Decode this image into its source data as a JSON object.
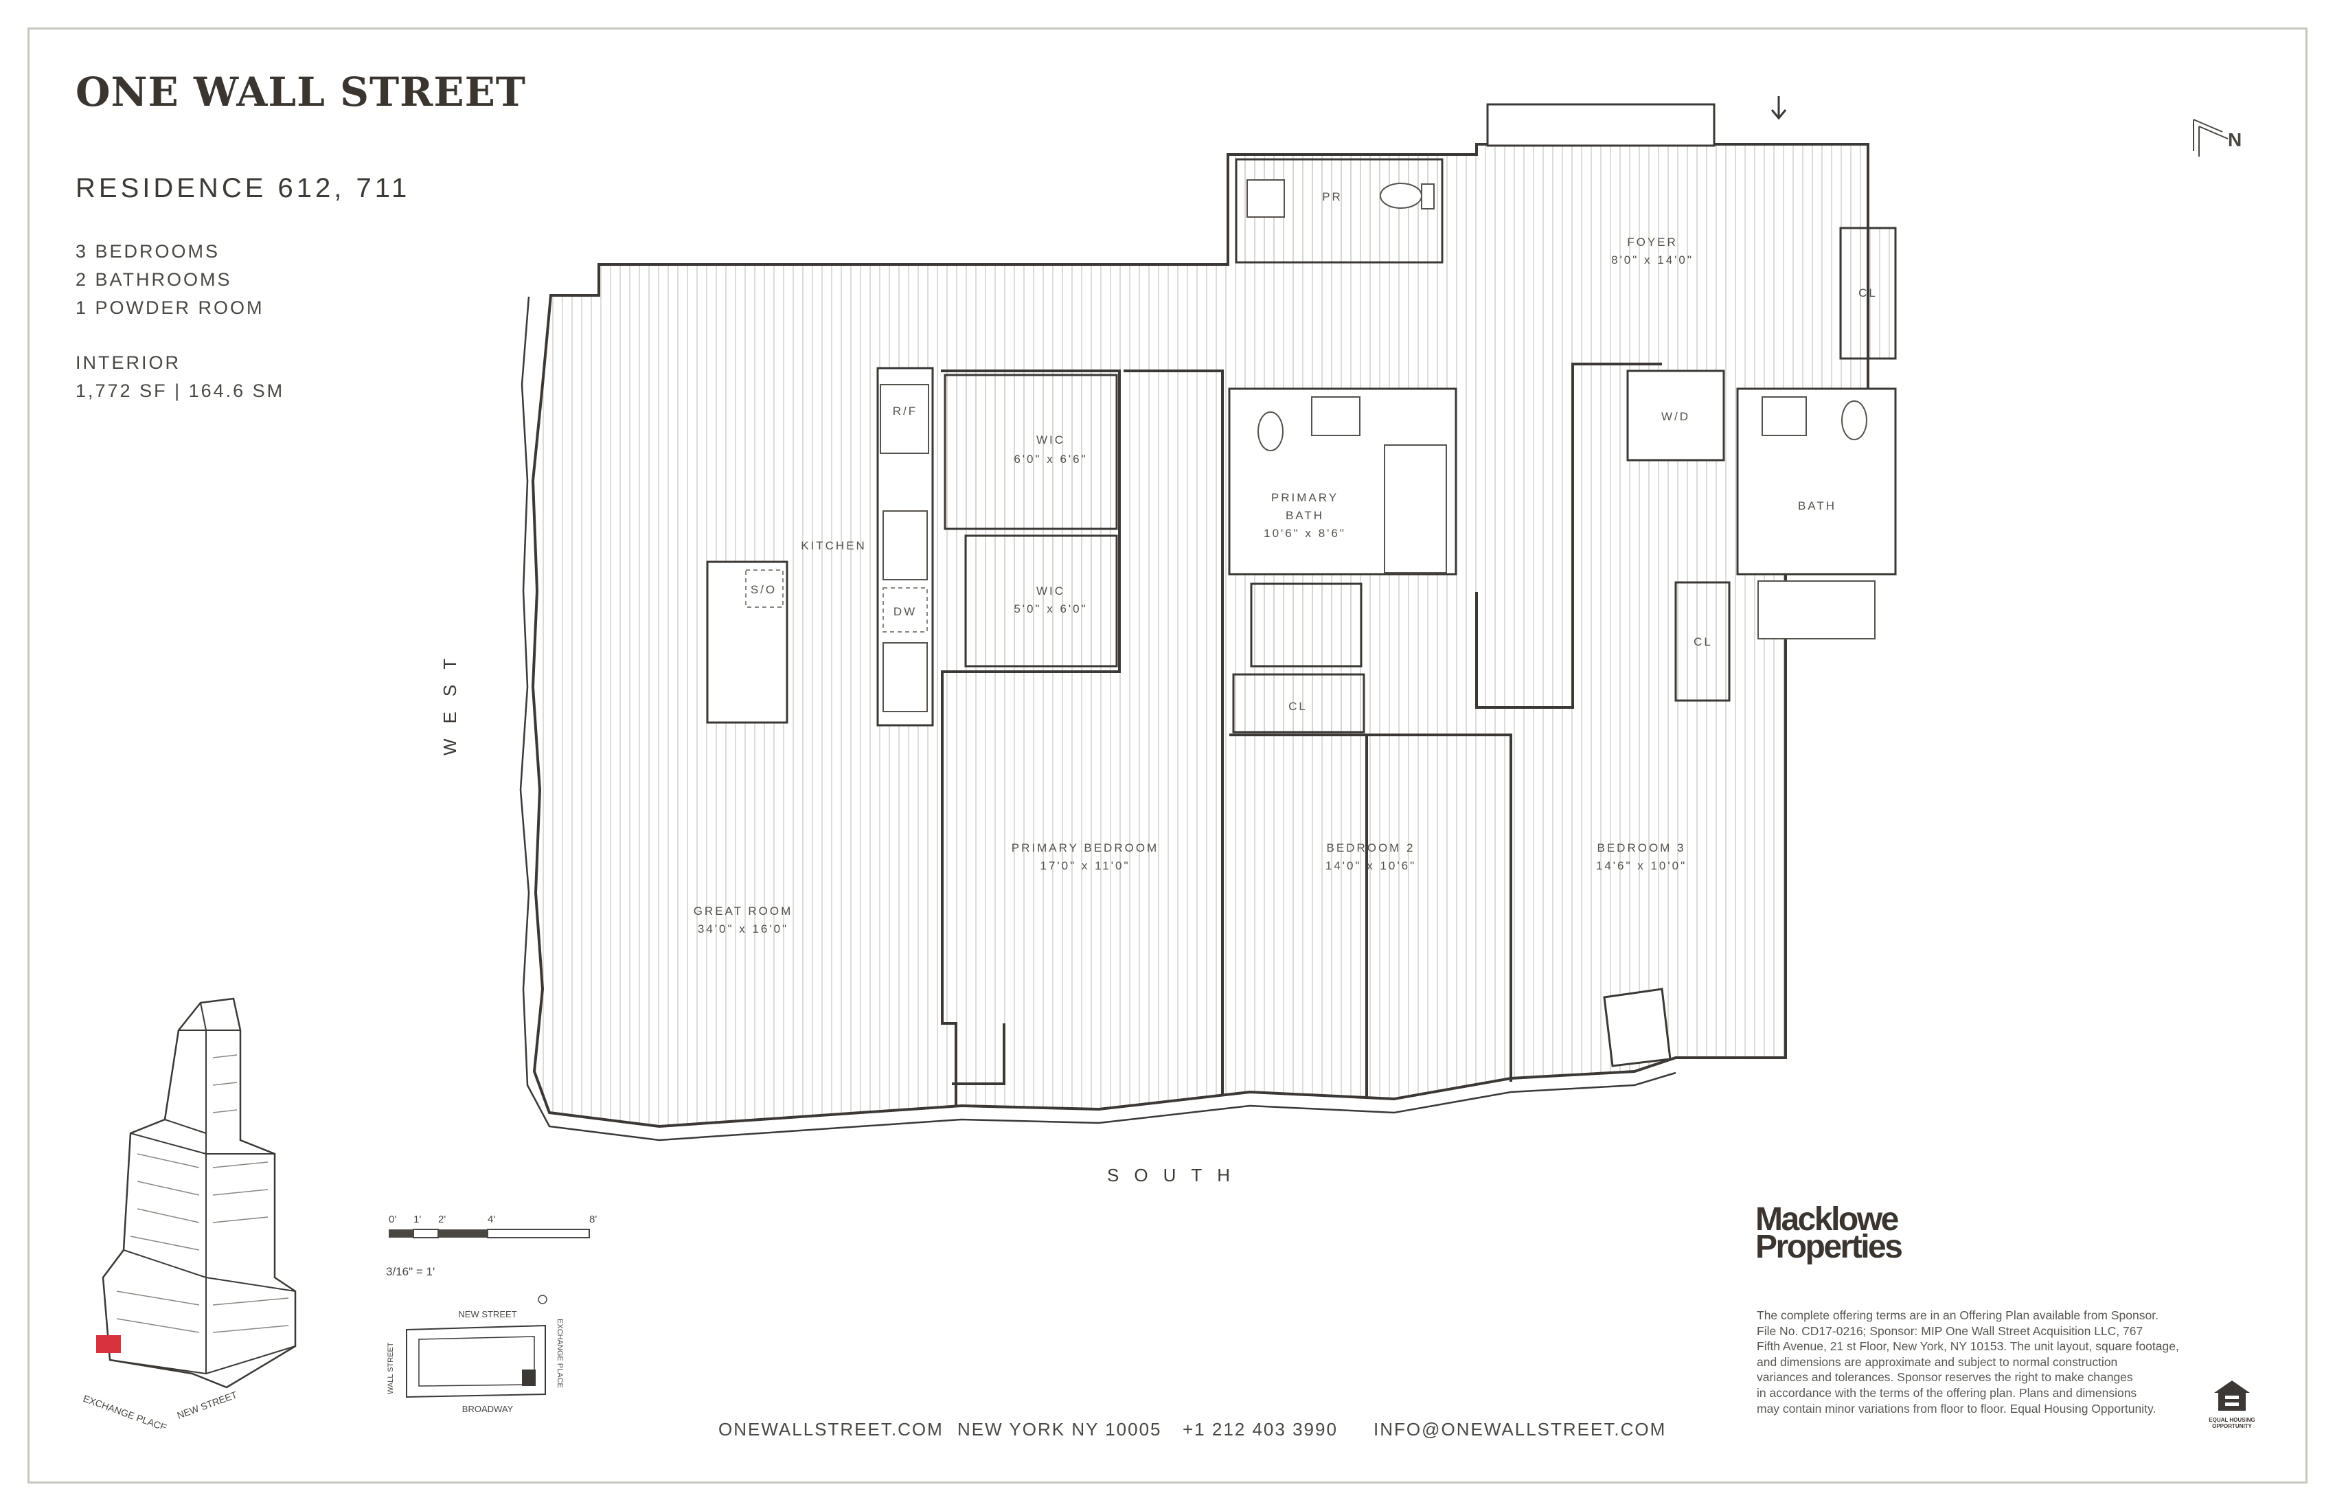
{
  "brand": "ONE WALL STREET",
  "residence": "RESIDENCE 612, 711",
  "specs": [
    "3 BEDROOMS",
    "2 BATHROOMS",
    "1 POWDER ROOM"
  ],
  "interior": {
    "label": "INTERIOR",
    "area": "1,772 SF | 164.6 SM"
  },
  "compass": {
    "north": "N"
  },
  "directions": {
    "west": "WEST",
    "south": "SOUTH"
  },
  "rooms": {
    "powder": {
      "name": "PR"
    },
    "foyer": {
      "name": "FOYER",
      "dim": "8'0\" x 14'0\""
    },
    "closet_foyer": {
      "name": "CL"
    },
    "refrigerator": {
      "name": "R/F"
    },
    "wic1": {
      "name": "WIC",
      "dim": "6'0\" x 6'6\""
    },
    "wic2": {
      "name": "WIC",
      "dim": "5'0\" x 6'0\""
    },
    "kitchen": {
      "name": "KITCHEN"
    },
    "oven": {
      "name": "S/O"
    },
    "dishwasher": {
      "name": "DW"
    },
    "primary_bath": {
      "name1": "PRIMARY",
      "name2": "BATH",
      "dim": "10'6\" x 8'6\""
    },
    "washer_dryer": {
      "name": "W/D"
    },
    "bath": {
      "name": "BATH"
    },
    "closet_bath": {
      "name": "CL"
    },
    "closet_bed2": {
      "name": "CL"
    },
    "primary_bedroom": {
      "name": "PRIMARY BEDROOM",
      "dim": "17'0\" x 11'0\""
    },
    "bedroom2": {
      "name": "BEDROOM 2",
      "dim": "14'0\" x 10'6\""
    },
    "bedroom3": {
      "name": "BEDROOM 3",
      "dim": "14'6\" x 10'0\""
    },
    "great_room": {
      "name": "GREAT ROOM",
      "dim": "34'0\" x 16'0\""
    }
  },
  "scale": {
    "ticks": [
      "0'",
      "1'",
      "2'",
      "4'",
      "8'"
    ],
    "note": "3/16\" = 1'"
  },
  "keyplan": {
    "north_street": "NEW STREET",
    "south_street": "BROADWAY",
    "west_street": "WALL STREET",
    "east_street": "EXCHANGE PLACE"
  },
  "building": {
    "street_left": "EXCHANGE PLACE",
    "street_right": "NEW STREET"
  },
  "footer": {
    "website": "ONEWALLSTREET.COM",
    "address": "NEW YORK NY 10005",
    "phone": "+1 212 403 3990",
    "email": "INFO@ONEWALLSTREET.COM"
  },
  "developer": {
    "line1": "Macklowe",
    "line2": "Properties"
  },
  "legal": [
    "The complete offering terms are in an Offering Plan available from Sponsor.",
    "File No. CD17-0216; Sponsor: MIP One Wall Street Acquisition LLC, 767",
    "Fifth Avenue, 21 st Floor, New York, NY 10153. The unit layout, square footage,",
    "and dimensions are approximate and subject to normal construction",
    "variances and tolerances. Sponsor reserves the right to make changes",
    "in accordance with the terms of the offering plan. Plans and dimensions",
    "may contain minor variations from floor to floor. Equal Housing Opportunity."
  ],
  "eho": {
    "line1": "EQUAL HOUSING",
    "line2": "OPPORTUNITY"
  },
  "colors": {
    "text": "#3d3a36",
    "wall": "#3b3835",
    "floor_lines": "#cfccc6",
    "frame": "#c9c6c0",
    "highlight": "#d8333d"
  }
}
